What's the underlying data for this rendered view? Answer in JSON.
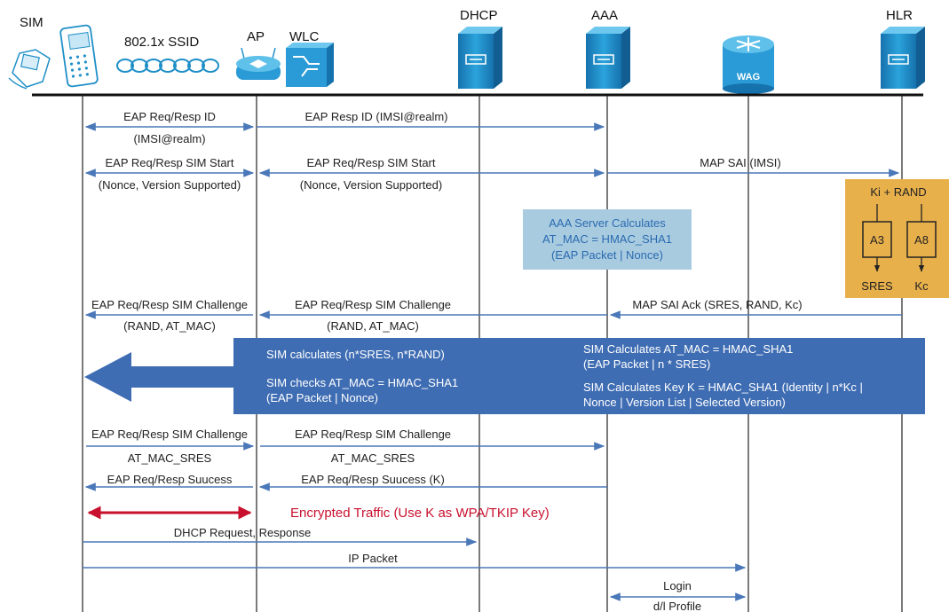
{
  "devices": {
    "sim": "SIM",
    "ssid": "802.1x SSID",
    "ap": "AP",
    "wlc": "WLC",
    "dhcp": "DHCP",
    "aaa": "AAA",
    "wag": "WAG",
    "hlr": "HLR"
  },
  "messages": {
    "m1_top": "EAP Req/Resp ID",
    "m1_bottom": "(IMSI@realm)",
    "m2": "EAP Resp ID (IMSI@realm)",
    "m3_top": "EAP Req/Resp SIM Start",
    "m3_bottom": "(Nonce, Version Supported)",
    "m4_top": "EAP Req/Resp SIM Start",
    "m4_bottom": "(Nonce, Version Supported)",
    "m5": "MAP SAI (IMSI)",
    "m6_top": "EAP Req/Resp SIM Challenge",
    "m6_bottom": "(RAND, AT_MAC)",
    "m7_top": "EAP Req/Resp SIM Challenge",
    "m7_bottom": "(RAND, AT_MAC)",
    "m8": "MAP SAI Ack (SRES, RAND, Kc)",
    "m9_top": "EAP Req/Resp SIM Challenge",
    "m9_bottom": "AT_MAC_SRES",
    "m10_top": "EAP Req/Resp SIM Challenge",
    "m10_bottom": "AT_MAC_SRES",
    "m11": "EAP Req/Resp Suucess",
    "m12": "EAP Req/Resp Suucess (K)",
    "encrypted": "Encrypted Traffic (Use K as WPA/TKIP Key)",
    "dhcp": "DHCP Request, Response",
    "ip": "IP Packet",
    "login": "Login",
    "profile": "d/l Profile"
  },
  "aaa_calc": {
    "line1": "AAA Server Calculates",
    "line2": "AT_MAC = HMAC_SHA1",
    "line3": "(EAP Packet | Nonce)"
  },
  "hlr_box": {
    "title": "Ki + RAND",
    "a3": "A3",
    "a8": "A8",
    "sres": "SRES",
    "kc": "Kc"
  },
  "sim_box": {
    "l1": "SIM calculates (n*SRES, n*RAND)",
    "l2": "SIM checks AT_MAC = HMAC_SHA1",
    "l3": "(EAP Packet | Nonce)",
    "r1": "SIM Calculates AT_MAC = HMAC_SHA1",
    "r2": "(EAP Packet | n * SRES)",
    "r3": "SIM Calculates Key K = HMAC_SHA1 (Identity | n*Kc |",
    "r4": "Nonce | Version List | Selected Version)"
  },
  "colors": {
    "arrow": "#4a78b8",
    "red_arrow": "#c8102e",
    "sim_box": "#3f6db3",
    "calc_box": "#a9cbe0",
    "gold_box": "#e8b04b",
    "device": "#1f8fc7"
  }
}
